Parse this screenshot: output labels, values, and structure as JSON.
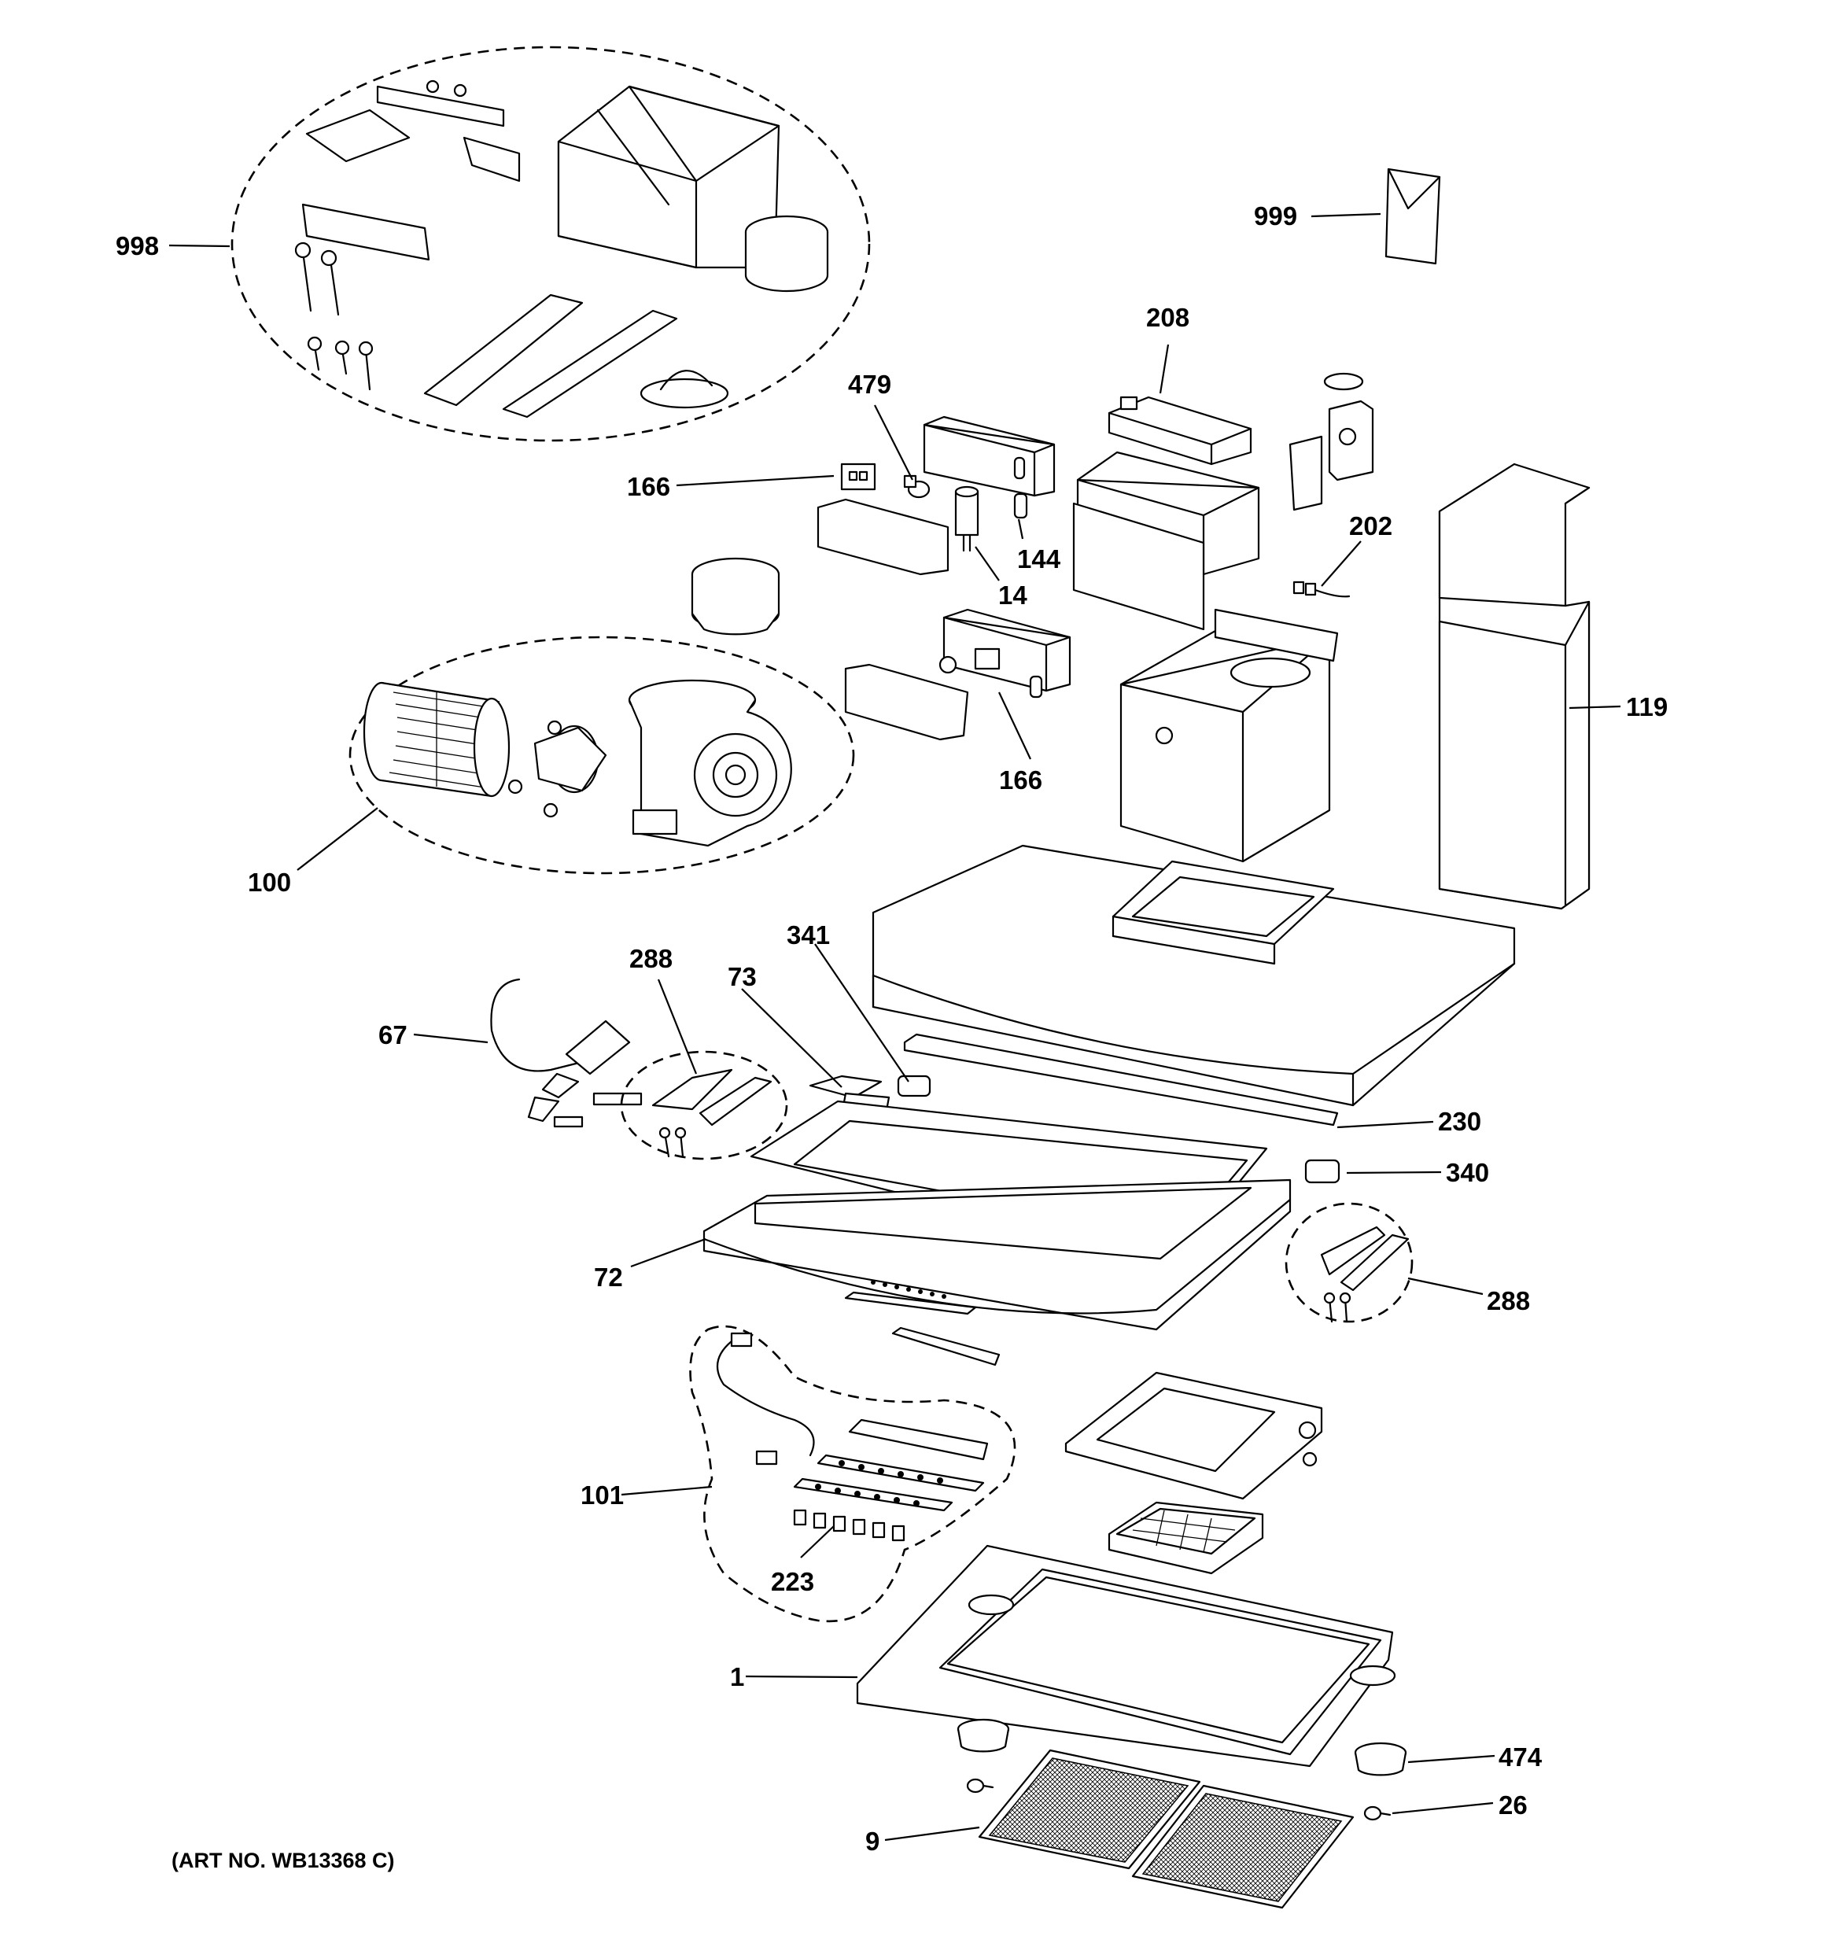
{
  "diagram": {
    "art_number": "(ART NO. WB13368 C)",
    "labels": {
      "998": "998",
      "999": "999",
      "208": "208",
      "479": "479",
      "166a": "166",
      "144": "144",
      "14": "14",
      "202": "202",
      "166b": "166",
      "119": "119",
      "100": "100",
      "288a": "288",
      "341": "341",
      "73": "73",
      "67": "67",
      "230": "230",
      "340": "340",
      "72": "72",
      "288b": "288",
      "101": "101",
      "223": "223",
      "1": "1",
      "474": "474",
      "26": "26",
      "9": "9"
    }
  }
}
